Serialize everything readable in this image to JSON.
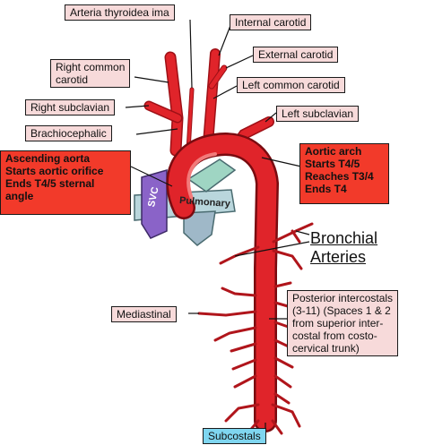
{
  "labels": {
    "thyroidea_ima": "Arteria thyroidea ima",
    "internal_carotid": "Internal carotid",
    "external_carotid": "External carotid",
    "right_common_carotid": [
      "Right common",
      "carotid"
    ],
    "left_common_carotid": "Left common carotid",
    "right_subclavian": "Right subclavian",
    "left_subclavian": "Left subclavian",
    "brachiocephalic": "Brachiocephalic",
    "ascending_aorta": [
      "Ascending aorta",
      "Starts aortic orifice",
      "Ends T4/5 sternal",
      "angle"
    ],
    "aortic_arch": [
      "Aortic arch",
      "Starts T4/5",
      "Reaches T3/4",
      "Ends T4"
    ],
    "bronchial_arteries": [
      "Bronchial",
      "Arteries"
    ],
    "mediastinal": "Mediastinal",
    "posterior_intercostals": [
      "Posterior intercostals",
      "(3-11) (Spaces 1 & 2",
      "from superior inter-",
      "costal from costo-",
      "cervical trunk)"
    ],
    "subcostals": "Subcostals",
    "svc": "SVC",
    "pulmonary": "Pulmonary"
  },
  "colors": {
    "artery": "#e0242a",
    "artery_dark": "#9e1016",
    "label_fill": "#f7dada",
    "label_red": "#f23a2a",
    "svc": "#8a63c8",
    "pulmonary": "#b9d6dc",
    "subcostal_box": "#7fd6f0"
  }
}
